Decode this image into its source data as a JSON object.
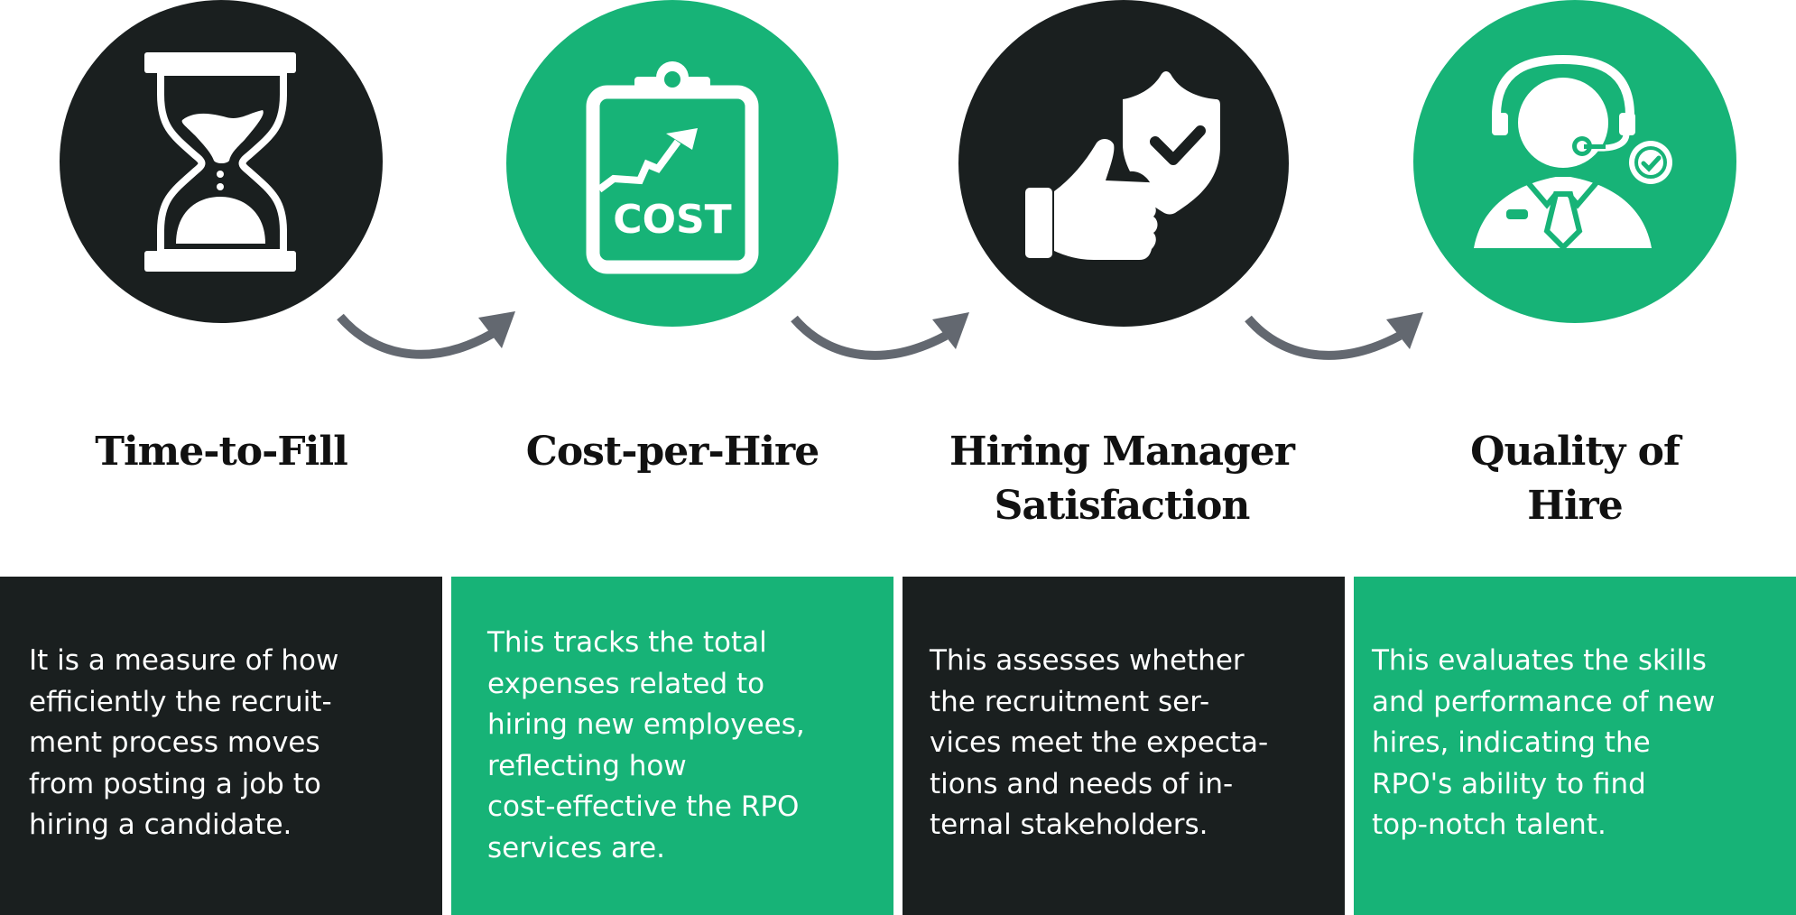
{
  "colors": {
    "dark": "#1a1f1f",
    "green": "#17b377",
    "arrow": "#636870",
    "icon": "#ffffff"
  },
  "steps": [
    {
      "title_lines": [
        "Time-to-Fill"
      ],
      "icon": "hourglass-icon",
      "circle_color": "dark",
      "description_lines": [
        "It is a measure of how",
        "efficiently the recruit-",
        "ment process moves",
        "from posting a job to",
        "hiring a candidate."
      ]
    },
    {
      "title_lines": [
        "Cost-per-Hire"
      ],
      "icon": "cost-clipboard-icon",
      "icon_text": "COST",
      "circle_color": "green",
      "description_lines": [
        "This tracks the total",
        "expenses related to",
        "hiring new employees,",
        "reflecting how",
        "cost-effective the RPO",
        "services are."
      ]
    },
    {
      "title_lines": [
        "Hiring Manager",
        "Satisfaction"
      ],
      "icon": "thumbs-up-shield-icon",
      "circle_color": "dark",
      "description_lines": [
        "This assesses whether",
        "the recruitment ser-",
        "vices meet the expecta-",
        "tions and needs of in-",
        "ternal stakeholders."
      ]
    },
    {
      "title_lines": [
        "Quality of",
        "Hire"
      ],
      "icon": "headset-agent-badge-icon",
      "circle_color": "green",
      "description_lines": [
        "This evaluates the skills",
        "and performance of new",
        "hires, indicating the",
        "RPO's ability to find",
        "top-notch talent."
      ]
    }
  ]
}
